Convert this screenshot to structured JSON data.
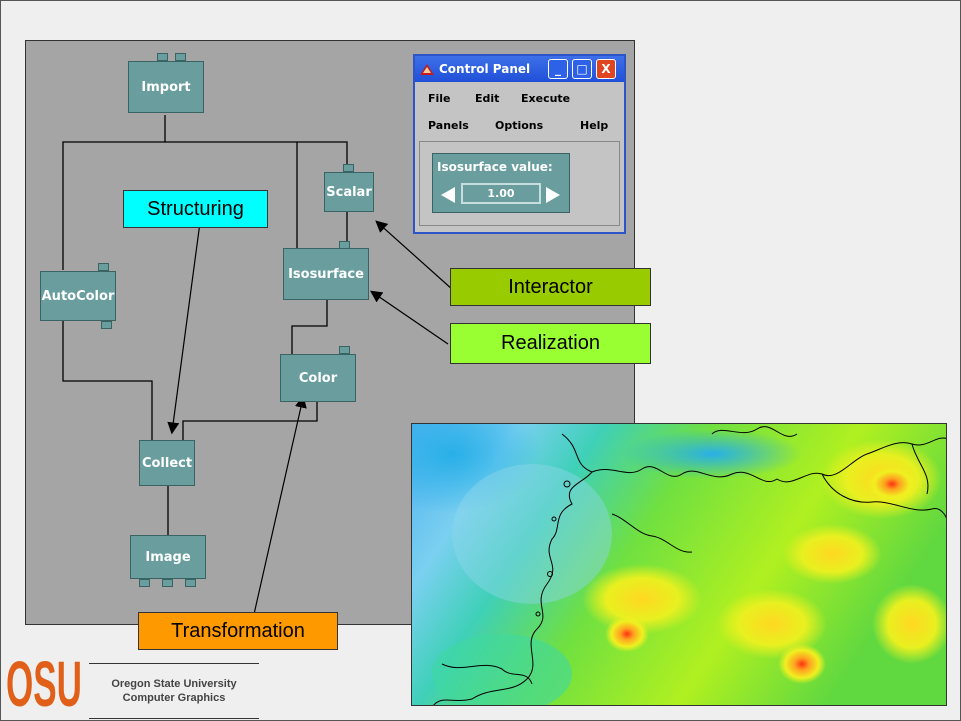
{
  "network": {
    "modules": {
      "import": "Import",
      "scalar": "Scalar",
      "isosurface": "Isosurface",
      "autocolor": "AutoColor",
      "color": "Color",
      "collect": "Collect",
      "image": "Image"
    }
  },
  "labels": {
    "structuring": "Structuring",
    "interactor": "Interactor",
    "realization": "Realization",
    "transformation": "Transformation"
  },
  "label_colors": {
    "structuring": "#00ffff",
    "interactor": "#99cc00",
    "realization": "#99ff33",
    "transformation": "#ff9900"
  },
  "control_panel": {
    "title": "Control Panel",
    "menu_row1": [
      "File",
      "Edit",
      "Execute"
    ],
    "menu_row2": [
      "Panels",
      "Options",
      "Help"
    ],
    "isosurface_label": "Isosurface value:",
    "isosurface_value": "1.00",
    "buttons": {
      "minimize": "_",
      "maximize": "□",
      "close": "X"
    }
  },
  "footer": {
    "logo": "OSU",
    "university": "Oregon State University",
    "department": "Computer Graphics"
  },
  "colors": {
    "module": "#6a9e9e",
    "canvas": "#a5a5a5",
    "osu_orange": "#e0601a",
    "titlebar": "#2a5ad8"
  }
}
